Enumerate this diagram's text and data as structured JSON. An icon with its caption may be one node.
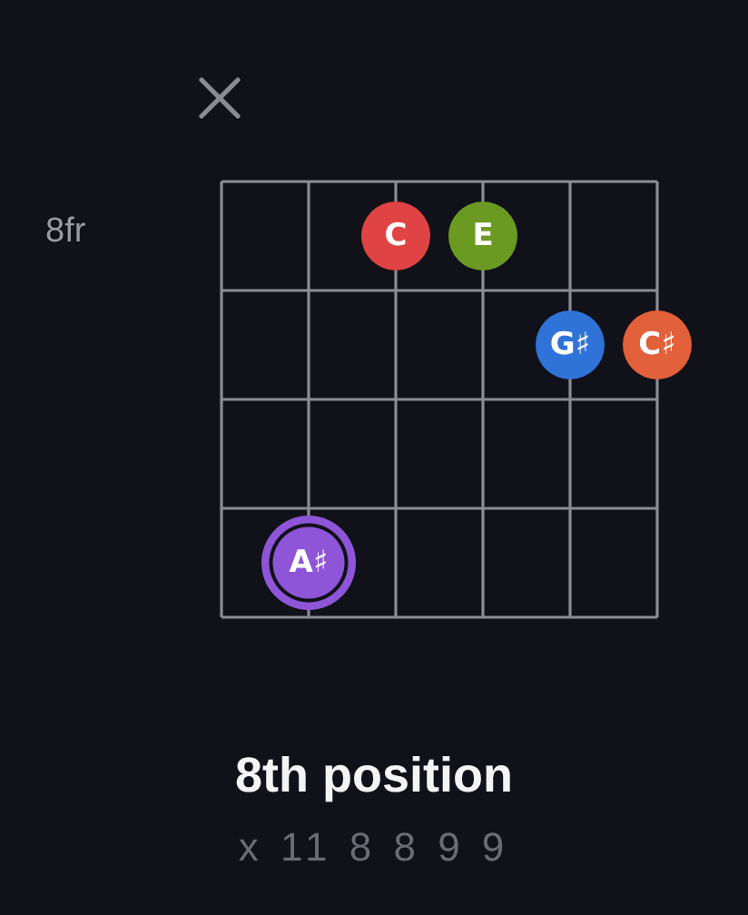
{
  "diagram": {
    "caption": "8th position",
    "nodes": [
      {
        "text": [
          "C"
        ]
      },
      {
        "text": [
          "E"
        ]
      },
      {
        "text": [
          "G♯"
        ]
      },
      {
        "text": [
          "C♯"
        ]
      },
      {
        "text": [
          "A♯"
        ]
      }
    ],
    "labels": [
      "8fr",
      "x 11 8 8 9 9"
    ]
  }
}
